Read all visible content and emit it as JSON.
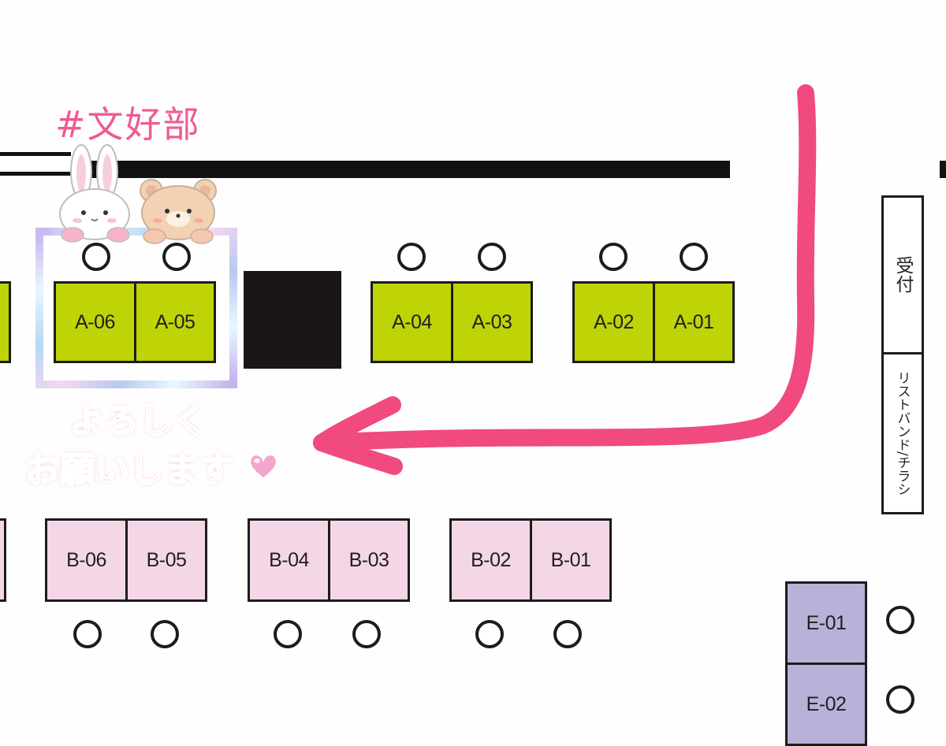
{
  "hashtag": "#文好部",
  "greeting": {
    "line1": "よろしく",
    "line2": "お願いします"
  },
  "side_labels": {
    "reception": "受付",
    "wristband": "リストバンド/チラシ"
  },
  "booths": {
    "a": [
      "A-06",
      "A-05",
      "A-04",
      "A-03",
      "A-02",
      "A-01"
    ],
    "b": [
      "B-06",
      "B-05",
      "B-04",
      "B-03",
      "B-02",
      "B-01"
    ],
    "e": [
      "E-01",
      "E-02"
    ]
  },
  "colors": {
    "row_a": "#bfd406",
    "row_b": "#f4d6e6",
    "row_e": "#b8b2d8",
    "route_arrow": "#f04a7f",
    "hashtag": "#f05a93"
  },
  "highlighted_booths": [
    "A-06",
    "A-05"
  ],
  "decorations": [
    "rabbit-sticker",
    "bear-sticker",
    "holographic-frame",
    "heart-sticker"
  ]
}
